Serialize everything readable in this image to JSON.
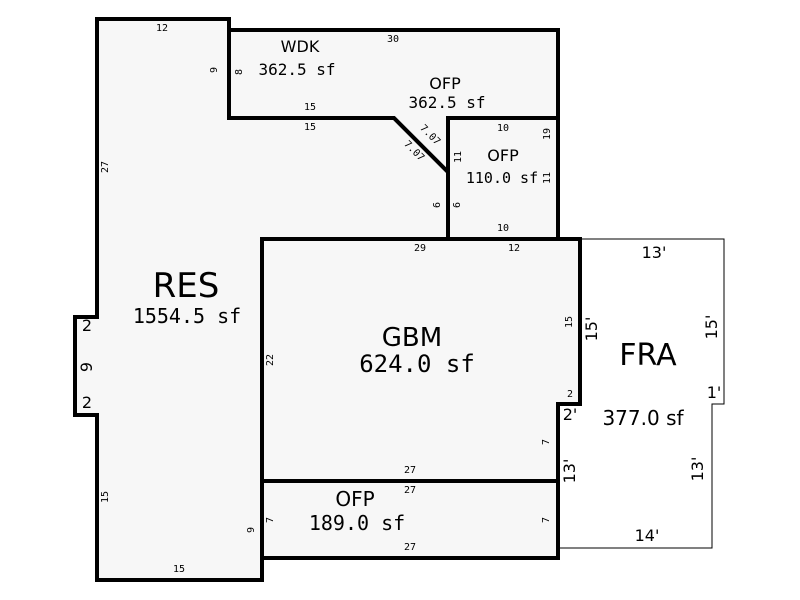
{
  "areas": {
    "res": {
      "label": "RES",
      "sf": "1554.5 sf"
    },
    "wdk": {
      "label": "WDK",
      "sf": "362.5 sf"
    },
    "ofp_top": {
      "label": "OFP",
      "sf": "362.5 sf"
    },
    "ofp_small": {
      "label": "OFP",
      "sf": "110.0 sf"
    },
    "gbm": {
      "label": "GBM",
      "sf": "624.0 sf"
    },
    "ofp_bottom": {
      "label": "OFP",
      "sf": "189.0 sf"
    },
    "fra": {
      "label": "FRA",
      "sf": "377.0 sf"
    }
  },
  "dimensions": {
    "res_top": "12",
    "wdk_top": "30",
    "wdk_left": "9",
    "wdk_left_b": "8",
    "wdk_bottom_a": "15",
    "wdk_bottom_b": "15",
    "diag_a": "7.07",
    "diag_b": "7.07",
    "ofp_small_top": "10",
    "ofp_small_right": "19",
    "ofp_small_left": "11",
    "ofp_small_right_b": "11",
    "ofp_small_left_low_a": "6",
    "ofp_small_left_low_b": "6",
    "ofp_small_bottom": "10",
    "gbm_top_a": "29",
    "gbm_top_b": "12",
    "res_left_upper": "27",
    "res_bump_top": "2",
    "res_bump_side": "9",
    "res_bump_bottom": "2",
    "gbm_left": "22",
    "gbm_right": "15",
    "gbm_right_step": "2",
    "gbm_right_lower": "7",
    "gbm_bottom": "27",
    "ofp_bottom_top": "27",
    "ofp_bottom_bottom": "27",
    "ofp_bottom_left": "7",
    "ofp_bottom_right": "7",
    "res_left_lower": "15",
    "res_bottom_left": "9",
    "res_bottom": "15",
    "fra_top": "13'",
    "fra_right": "15'",
    "fra_left": "15'",
    "fra_step_right": "1'",
    "fra_step_left": "2'",
    "fra_lower_left": "13'",
    "fra_lower_right": "13'",
    "fra_bottom": "14'"
  }
}
